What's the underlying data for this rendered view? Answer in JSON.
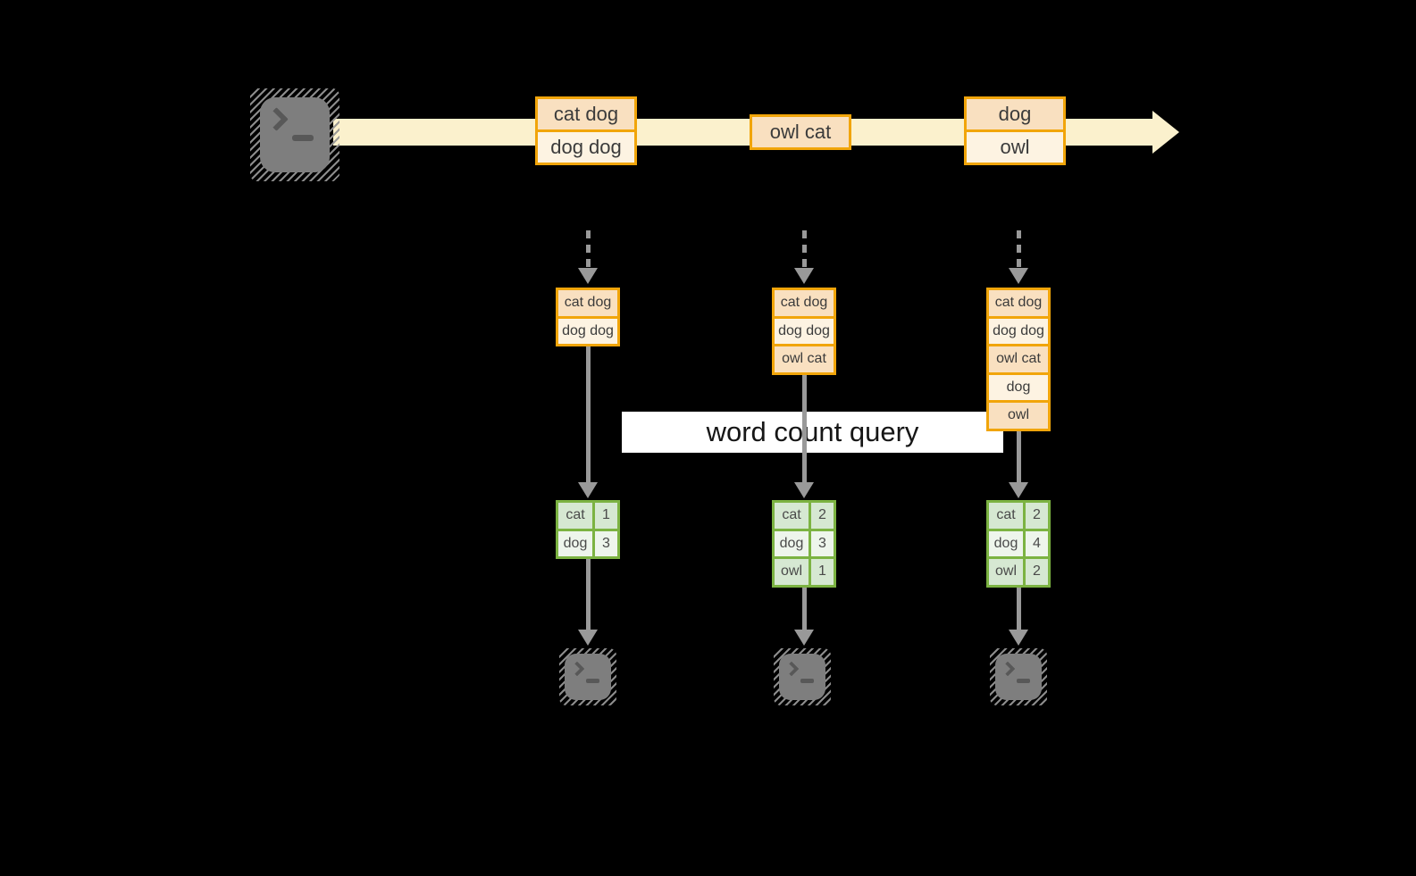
{
  "background": "#000000",
  "stream": {
    "source_icon": "terminal-icon",
    "messages": [
      {
        "rows": [
          "cat dog",
          "dog dog"
        ]
      },
      {
        "rows": [
          "owl cat"
        ]
      },
      {
        "rows": [
          "dog",
          "owl"
        ]
      }
    ]
  },
  "query": {
    "label": "word count query"
  },
  "pipelines": [
    {
      "buffer": [
        "cat dog",
        "dog dog"
      ],
      "counts": [
        {
          "word": "cat",
          "value": "1"
        },
        {
          "word": "dog",
          "value": "3"
        }
      ],
      "sink_icon": "terminal-icon"
    },
    {
      "buffer": [
        "cat dog",
        "dog dog",
        "owl cat"
      ],
      "counts": [
        {
          "word": "cat",
          "value": "2"
        },
        {
          "word": "dog",
          "value": "3"
        },
        {
          "word": "owl",
          "value": "1"
        }
      ],
      "sink_icon": "terminal-icon"
    },
    {
      "buffer": [
        "cat dog",
        "dog dog",
        "owl cat",
        "dog",
        "owl"
      ],
      "counts": [
        {
          "word": "cat",
          "value": "2"
        },
        {
          "word": "dog",
          "value": "4"
        },
        {
          "word": "owl",
          "value": "2"
        }
      ],
      "sink_icon": "terminal-icon"
    }
  ],
  "colors": {
    "stream_band": "#fbf1cd",
    "orange_border": "#f1a50a",
    "peach_fill": "#f9e0c0",
    "cream_fill": "#fdf3e2",
    "green_border": "#7cb342",
    "green_fill": "#d6e8d2",
    "green_fill_pale": "#eef5ec",
    "arrow_gray": "#999999",
    "terminal_gray": "#7e7e7e",
    "query_bg": "#ffffff",
    "text_dark": "#3b3b3b"
  }
}
